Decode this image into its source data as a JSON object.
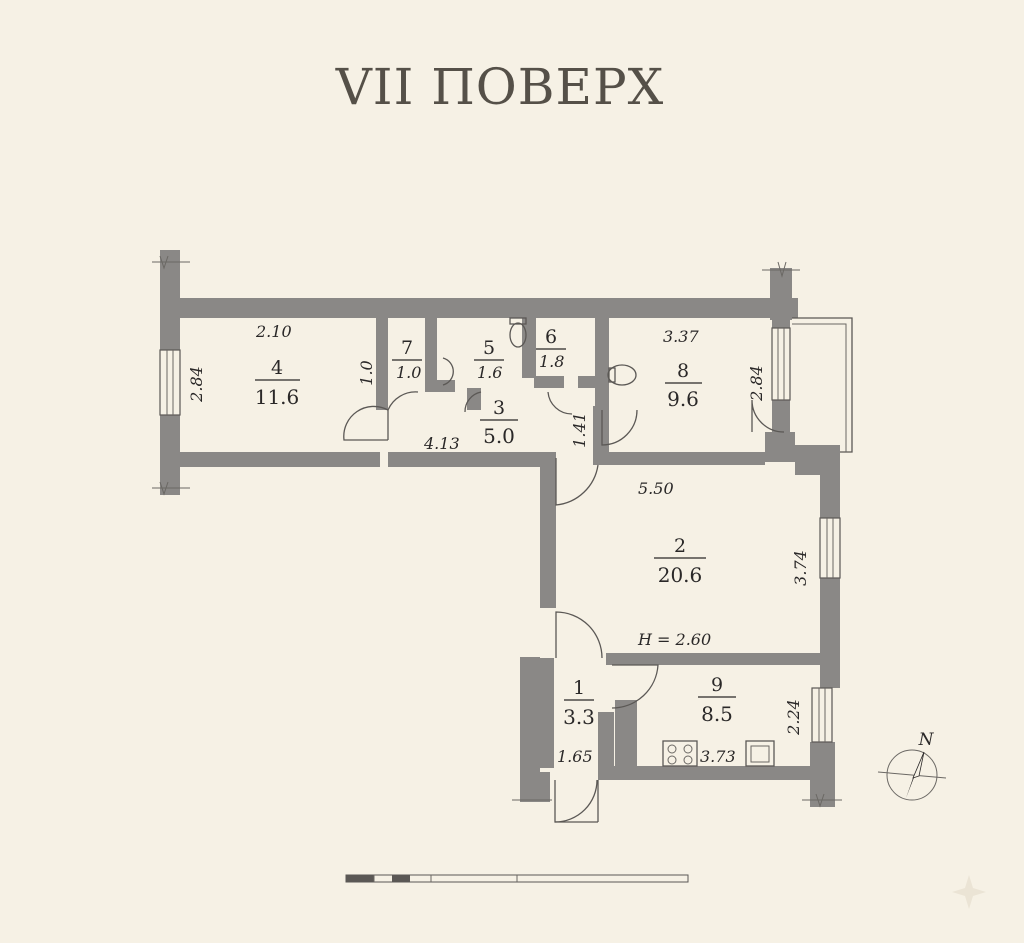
{
  "floor_title": "VII ПОВЕРХ",
  "north_label": "N",
  "ceiling_height": "H = 2.60",
  "rooms": [
    {
      "number": "1",
      "area": "3.3"
    },
    {
      "number": "2",
      "area": "20.6"
    },
    {
      "number": "3",
      "area": "5.0"
    },
    {
      "number": "4",
      "area": "11.6"
    },
    {
      "number": "5",
      "area": "1.6"
    },
    {
      "number": "6",
      "area": "1.8"
    },
    {
      "number": "7",
      "area": "1.0"
    },
    {
      "number": "8",
      "area": "9.6"
    },
    {
      "number": "9",
      "area": "8.5"
    }
  ],
  "dimensions": {
    "room4_width": "2.10",
    "room4_depth": "2.84",
    "room7_depth": "1.0",
    "corridor_len": "4.13",
    "door_passage": "1.41",
    "room8_width": "3.37",
    "room8_depth": "2.84",
    "room2_width": "5.50",
    "room2_depth": "3.74",
    "kitchen_width": "3.73",
    "kitchen_depth": "2.24",
    "entry_width": "1.65"
  }
}
